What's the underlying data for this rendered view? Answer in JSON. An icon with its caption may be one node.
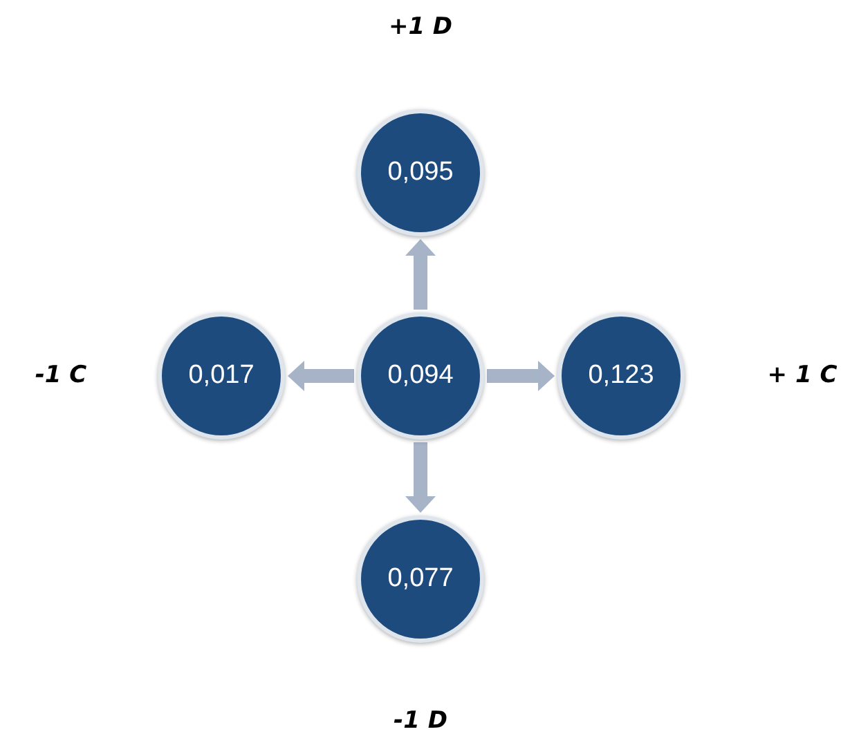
{
  "diagram": {
    "nodes": [
      {
        "text": [
          "0,095"
        ],
        "beside": [
          "+1 D"
        ]
      },
      {
        "text": [
          "0,017"
        ],
        "beside": [
          "-1 C"
        ]
      },
      {
        "text": [
          "0,094"
        ]
      },
      {
        "text": [
          "0,123"
        ],
        "beside": [
          "+ 1 C"
        ]
      },
      {
        "text": [
          "0,077"
        ],
        "beside": [
          "-1 D"
        ]
      }
    ],
    "edges": [
      {
        "from": 2,
        "to": 0,
        "arrow": "to"
      },
      {
        "from": 2,
        "to": 1,
        "arrow": "to"
      },
      {
        "from": 2,
        "to": 3,
        "arrow": "to"
      },
      {
        "from": 2,
        "to": 4,
        "arrow": "to"
      }
    ]
  }
}
